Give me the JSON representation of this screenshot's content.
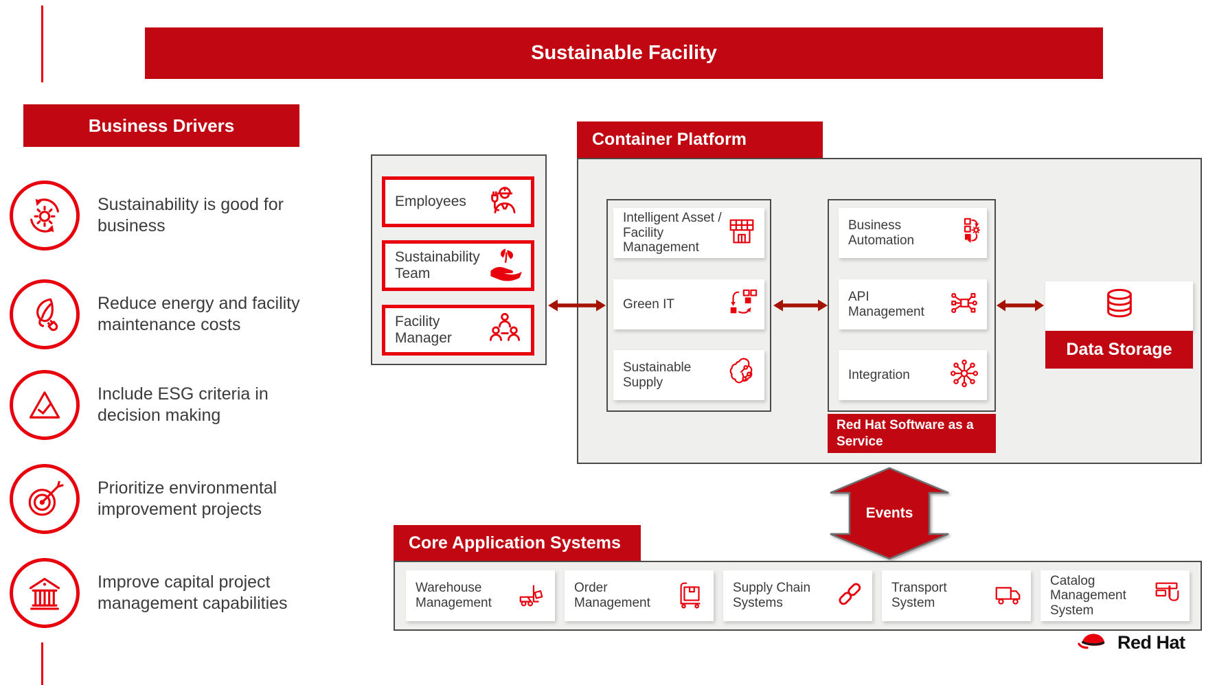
{
  "page": {
    "banner_title": "Sustainable Facility"
  },
  "colors": {
    "header_red": "#c00712",
    "icon_red": "#e8000d",
    "arrow_red": "#a51200",
    "panel_gray": "#efefee",
    "panel_border": "#4a4a4a",
    "text_dark": "#3a3a3a"
  },
  "business_drivers": {
    "header": "Business Drivers",
    "items": [
      {
        "icon": "recycle-sun-icon",
        "text": "Sustainability is good for business"
      },
      {
        "icon": "leaf-plug-icon",
        "text": "Reduce energy and facility maintenance costs"
      },
      {
        "icon": "triangle-check-icon",
        "text": "Include ESG criteria in decision making"
      },
      {
        "icon": "target-arrow-icon",
        "text": "Prioritize environmental improvement projects"
      },
      {
        "icon": "bank-icon",
        "text": "Improve capital project management capabilities"
      }
    ]
  },
  "people_group": {
    "items": [
      {
        "icon": "worker-icon",
        "label": "Employees"
      },
      {
        "icon": "hand-plant-icon",
        "label": "Sustainability Team"
      },
      {
        "icon": "org-people-icon",
        "label": "Facility Manager"
      }
    ]
  },
  "container_platform": {
    "header": "Container Platform",
    "platform_services": [
      {
        "icon": "facility-building-icon",
        "label": "Intelligent Asset / Facility Management"
      },
      {
        "icon": "process-squares-icon",
        "label": "Green IT"
      },
      {
        "icon": "brain-circuit-icon",
        "label": "Sustainable Supply"
      }
    ],
    "software_services": [
      {
        "icon": "automation-icon",
        "label": "Business Automation"
      },
      {
        "icon": "api-nodes-icon",
        "label": "API Management"
      },
      {
        "icon": "integration-hub-icon",
        "label": "Integration"
      }
    ],
    "saas_label": "Red Hat Software as a Service"
  },
  "data_storage": {
    "icon": "database-icon",
    "label": "Data Storage"
  },
  "events": {
    "label": "Events"
  },
  "core_systems": {
    "header": "Core Application Systems",
    "items": [
      {
        "icon": "forklift-icon",
        "label": "Warehouse Management"
      },
      {
        "icon": "handtruck-icon",
        "label": "Order Management"
      },
      {
        "icon": "chain-link-icon",
        "label": "Supply Chain Systems"
      },
      {
        "icon": "truck-icon",
        "label": "Transport System"
      },
      {
        "icon": "catalog-hand-icon",
        "label": "Catalog Management System"
      }
    ]
  },
  "logo": {
    "brand": "Red Hat"
  }
}
